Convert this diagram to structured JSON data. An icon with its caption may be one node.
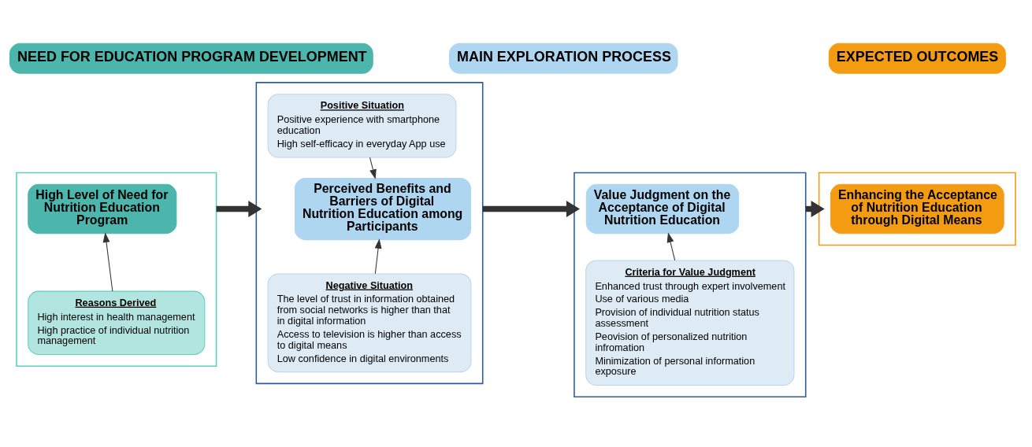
{
  "diagram": {
    "nodes": [
      {
        "text": [
          "NEED FOR EDUCATION PROGRAM DEVELOPMENT"
        ]
      },
      {
        "text": [
          "MAIN EXPLORATION PROCESS"
        ]
      },
      {
        "text": [
          "EXPECTED OUTCOMES"
        ]
      },
      {
        "text": [],
        "shape": "box"
      },
      {
        "text": [
          "High Level of Need for Nutrition Education Program"
        ],
        "in": 3
      },
      {
        "text": [
          "Reasons Derived",
          "High interest in health management",
          "High practice of individual nutrition management"
        ],
        "in": 3
      },
      {
        "text": [],
        "shape": "box"
      },
      {
        "text": [
          "Positive Situation",
          "Positive experience with smartphone education",
          "High self-efficacy in everyday App use"
        ],
        "in": 6
      },
      {
        "text": [
          "Perceived Benefits and Barriers of Digital Nutrition Education among Participants"
        ],
        "in": 6
      },
      {
        "text": [
          "Negative Situation",
          "The level of trust in information obtained from social networks is higher than that in digital information",
          "Access to television is higher than access to digital means",
          "Low confidence in digital environments"
        ],
        "in": 6
      },
      {
        "text": [],
        "shape": "box"
      },
      {
        "text": [
          "Value Judgment on the Acceptance of Digital Nutrition Education"
        ],
        "in": 10
      },
      {
        "text": [
          "Criteria for Value Judgment",
          "Enhanced trust through expert involvement",
          "Use of various media",
          "Provision of individual nutrition status assessment",
          "Peovision of personalized nutrition infromation",
          "Minimization of personal information exposure"
        ],
        "in": 10
      },
      {
        "text": [],
        "shape": "box"
      },
      {
        "text": [
          "Enhancing the Acceptance of Nutrition Education through Digital Means"
        ],
        "in": 13
      }
    ],
    "edges": [
      {
        "from": 5,
        "to": 4,
        "arrow": "to"
      },
      {
        "from": 7,
        "to": 8,
        "arrow": "to"
      },
      {
        "from": 9,
        "to": 8,
        "arrow": "to"
      },
      {
        "from": 12,
        "to": 11,
        "arrow": "to"
      },
      {
        "from": 3,
        "to": 6,
        "arrow": "to",
        "style": "thick"
      },
      {
        "from": 6,
        "to": 10,
        "arrow": "to",
        "style": "thick"
      },
      {
        "from": 10,
        "to": 13,
        "arrow": "to",
        "style": "thick"
      }
    ]
  }
}
